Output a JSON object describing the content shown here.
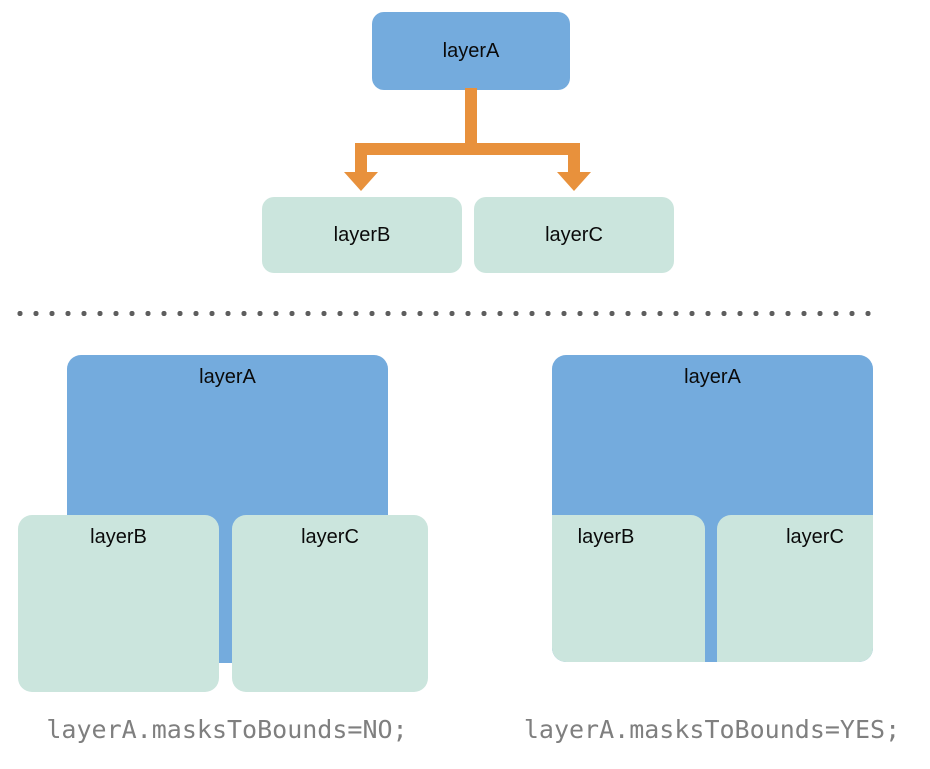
{
  "colors": {
    "blue": "#74ABDD",
    "mint": "#CBE5DD",
    "orange": "#E8913C",
    "caption_gray": "#7F7F7F",
    "dot_gray": "#5E5E5E",
    "label_text": "#0A0A0A"
  },
  "tree": {
    "parent": "layerA",
    "children": [
      "layerB",
      "layerC"
    ]
  },
  "examples": [
    {
      "id": "masks-to-bounds-no",
      "layer_a": "layerA",
      "layer_b": "layerB",
      "layer_c": "layerC",
      "caption": "layerA.masksToBounds=NO;"
    },
    {
      "id": "masks-to-bounds-yes",
      "layer_a": "layerA",
      "layer_b": "layerB",
      "layer_c": "layerC",
      "caption": "layerA.masksToBounds=YES;"
    }
  ]
}
